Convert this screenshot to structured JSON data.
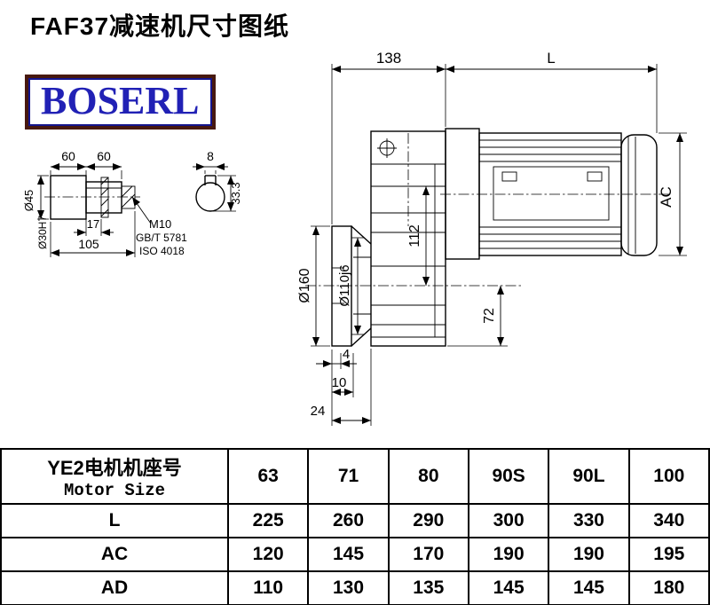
{
  "title": "FAF37减速机尺寸图纸",
  "logo": {
    "text": "BOSERL"
  },
  "drawing": {
    "dim_138": "138",
    "dim_L": "L",
    "dim_AC": "AC",
    "dim_112": "112",
    "dim_72": "72",
    "dim_d160": "Ø160",
    "dim_d110": "Ø110j6",
    "dim_4": "4",
    "dim_10": "10",
    "dim_24": "24",
    "dim_60a": "60",
    "dim_60b": "60",
    "dim_17": "17",
    "dim_105": "105",
    "dim_d45": "Ø45",
    "dim_d30": "Ø30H7",
    "note_m10": "M10",
    "note_gbt": "GB/T 5781",
    "note_iso": "ISO 4018",
    "dim_8": "8",
    "dim_333": "33.3"
  },
  "table": {
    "header_cn": "YE2电机机座号",
    "header_en": "Motor Size",
    "sizes": [
      "63",
      "71",
      "80",
      "90S",
      "90L",
      "100"
    ],
    "rows": [
      {
        "label": "L",
        "values": [
          "225",
          "260",
          "290",
          "300",
          "330",
          "340"
        ]
      },
      {
        "label": "AC",
        "values": [
          "120",
          "145",
          "170",
          "190",
          "190",
          "195"
        ]
      },
      {
        "label": "AD",
        "values": [
          "110",
          "130",
          "135",
          "145",
          "145",
          "180"
        ]
      }
    ]
  }
}
